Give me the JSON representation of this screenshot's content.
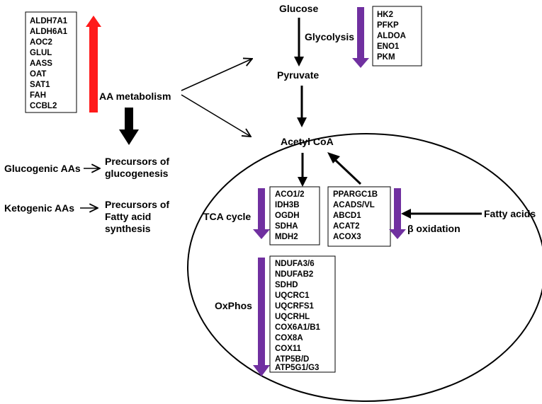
{
  "nodes": {
    "glucose": "Glucose",
    "glycolysis": "Glycolysis",
    "pyruvate": "Pyruvate",
    "aa_metabolism": "AA metabolism",
    "acetyl_coa": "Acetyl CoA",
    "glucogenic_aas": "Glucogenic AAs",
    "precursors_gluco_1": "Precursors of",
    "precursors_gluco_2": "glucogenesis",
    "ketogenic_aas": "Ketogenic AAs",
    "precursors_fa_1": "Precursors of",
    "precursors_fa_2": "Fatty acid",
    "precursors_fa_3": "synthesis",
    "tca_cycle": "TCA cycle",
    "beta_oxidation": "β oxidation",
    "fatty_acids": "Fatty acids",
    "oxphos": "OxPhos"
  },
  "gene_lists": {
    "aa_genes": [
      "ALDH7A1",
      "ALDH6A1",
      "AOC2",
      "GLUL",
      "AASS",
      "OAT",
      "SAT1",
      "FAH",
      "CCBL2"
    ],
    "glycolysis_genes": [
      "HK2",
      "PFKP",
      "ALDOA",
      "ENO1",
      "PKM"
    ],
    "tca_genes": [
      "ACO1/2",
      "IDH3B",
      "OGDH",
      "SDHA",
      "MDH2"
    ],
    "beta_ox_genes": [
      "PPARGC1B",
      "ACADS/VL",
      "ABCD1",
      "ACAT2",
      "ACOX3"
    ],
    "oxphos_genes": [
      "NDUFA3/6",
      "NDUFAB2",
      "SDHD",
      "UQCRC1",
      "UQCRFS1",
      "UQCRHL",
      "COX6A1/B1",
      "COX8A",
      "COX11",
      "ATP5B/D",
      "ATP5G1/G3"
    ]
  },
  "colors": {
    "up_arrow": "#ff1a1a",
    "down_arrow": "#7030a0",
    "line": "#000000"
  },
  "arrow_directions": {
    "aa_genes": "up",
    "glycolysis_genes": "down",
    "tca_genes": "down",
    "beta_ox_genes": "down",
    "oxphos_genes": "down"
  }
}
